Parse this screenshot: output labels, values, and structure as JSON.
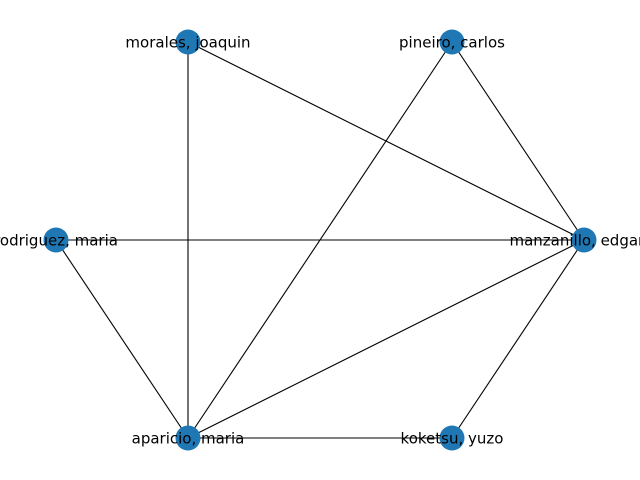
{
  "graph": {
    "node_color": "#1f77b4",
    "edge_color": "#000000",
    "nodes": [
      {
        "id": "morales",
        "label": "morales, joaquin"
      },
      {
        "id": "pineiro",
        "label": "pineiro, carlos"
      },
      {
        "id": "rodriguez",
        "label": "rodriguez, maria"
      },
      {
        "id": "manzanillo",
        "label": "manzanillo, edgar g"
      },
      {
        "id": "aparicio",
        "label": "aparicio, maria"
      },
      {
        "id": "koketsu",
        "label": "koketsu, yuzo"
      }
    ],
    "edges": [
      [
        "morales",
        "aparicio"
      ],
      [
        "morales",
        "manzanillo"
      ],
      [
        "pineiro",
        "aparicio"
      ],
      [
        "pineiro",
        "manzanillo"
      ],
      [
        "rodriguez",
        "manzanillo"
      ],
      [
        "rodriguez",
        "aparicio"
      ],
      [
        "aparicio",
        "manzanillo"
      ],
      [
        "aparicio",
        "koketsu"
      ],
      [
        "koketsu",
        "manzanillo"
      ]
    ]
  }
}
